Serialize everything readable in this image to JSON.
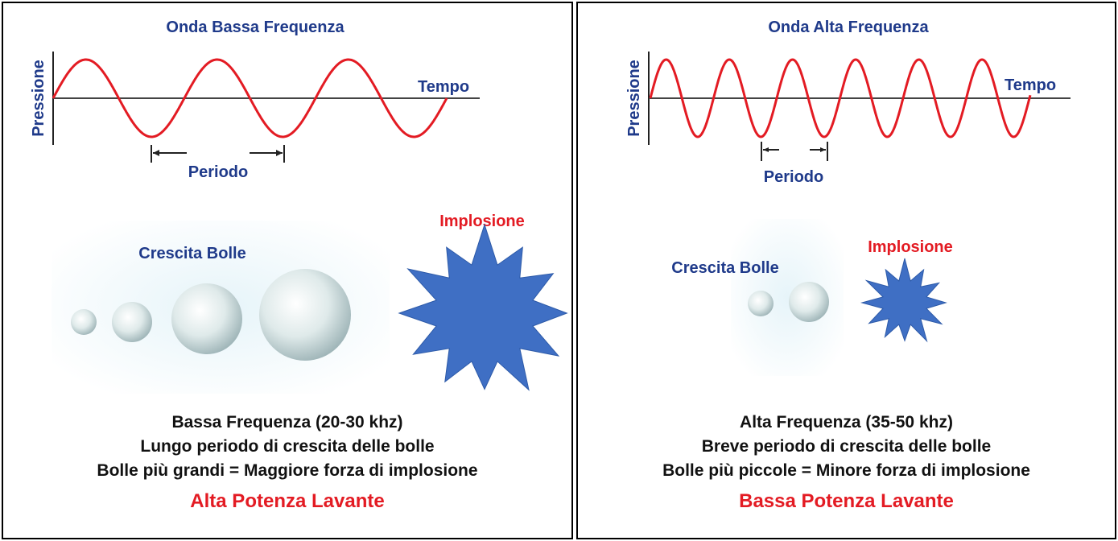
{
  "left": {
    "title": "Onda Bassa Frequenza",
    "y_axis_label": "Pressione",
    "x_axis_label": "Tempo",
    "period_label": "Periodo",
    "growth_label": "Crescita Bolle",
    "implosion_label": "Implosione",
    "caption_line1": "Bassa Frequenza (20-30 khz)",
    "caption_line2": "Lungo periodo di crescita delle bolle",
    "caption_line3": "Bolle più grandi = Maggiore forza di implosione",
    "verdict": "Alta Potenza Lavante"
  },
  "right": {
    "title": "Onda Alta Frequenza",
    "y_axis_label": "Pressione",
    "x_axis_label": "Tempo",
    "period_label": "Periodo",
    "growth_label": "Crescita Bolle",
    "implosion_label": "Implosione",
    "caption_line1": "Alta Frequenza (35-50 khz)",
    "caption_line2": "Breve periodo di crescita delle bolle",
    "caption_line3": "Bolle più piccole = Minore forza di implosione",
    "verdict": "Bassa Potenza Lavante"
  },
  "colors": {
    "wave": "#e31b23",
    "label_blue": "#1f3a8a",
    "burst": "#3f6fc4",
    "verdict": "#e31b23"
  }
}
